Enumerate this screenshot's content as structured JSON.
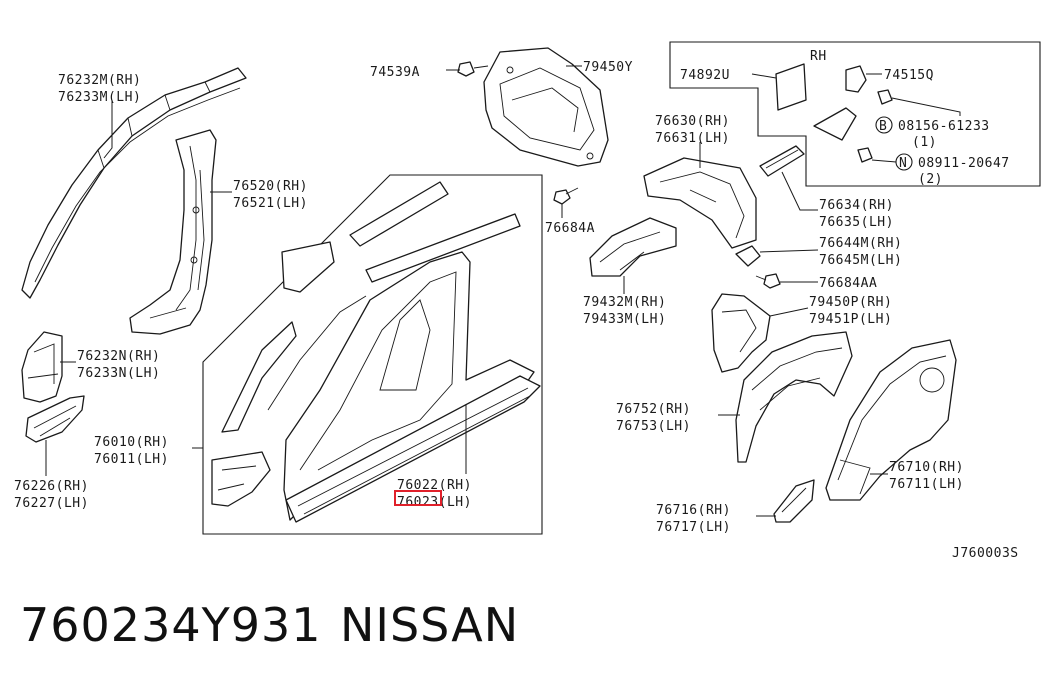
{
  "labels": {
    "l76232M": "76232M(RH)",
    "l76233M": "76233M(LH)",
    "l76520": "76520(RH)",
    "l76521": "76521(LH)",
    "l76232N": "76232N(RH)",
    "l76233N": "76233N(LH)",
    "l76010": "76010(RH)",
    "l76011": "76011(LH)",
    "l76226": "76226(RH)",
    "l76227": "76227(LH)",
    "l74539A": "74539A",
    "l79450Y": "79450Y",
    "l76684A": "76684A",
    "l79432M": "79432M(RH)",
    "l79433M": "79433M(LH)",
    "l76630": "76630(RH)",
    "l76631": "76631(LH)",
    "l76634": "76634(RH)",
    "l76635": "76635(LH)",
    "l76644M": "76644M(RH)",
    "l76645M": "76645M(LH)",
    "l76684AA": "76684AA",
    "l79450P": "79450P(RH)",
    "l79451P": "79451P(LH)",
    "l76752": "76752(RH)",
    "l76753": "76753(LH)",
    "l76710": "76710(RH)",
    "l76711": "76711(LH)",
    "l76716": "76716(RH)",
    "l76717": "76717(LH)",
    "l76022": "76022(RH)",
    "l76023": "76023(LH)",
    "rh": "RH",
    "l74892U": "74892U",
    "l74515Q": "74515Q",
    "l08156": "08156-61233",
    "q08156": "(1)",
    "b08156": "B",
    "l08911": "08911-20647",
    "q08911": "(2)",
    "n08911": "N",
    "diagramCode": "J760003S"
  },
  "footer": {
    "partNumber": "760234Y931",
    "brand": "NISSAN"
  },
  "colors": {
    "highlight": "#e0202a",
    "ink": "#1a1a1a"
  }
}
